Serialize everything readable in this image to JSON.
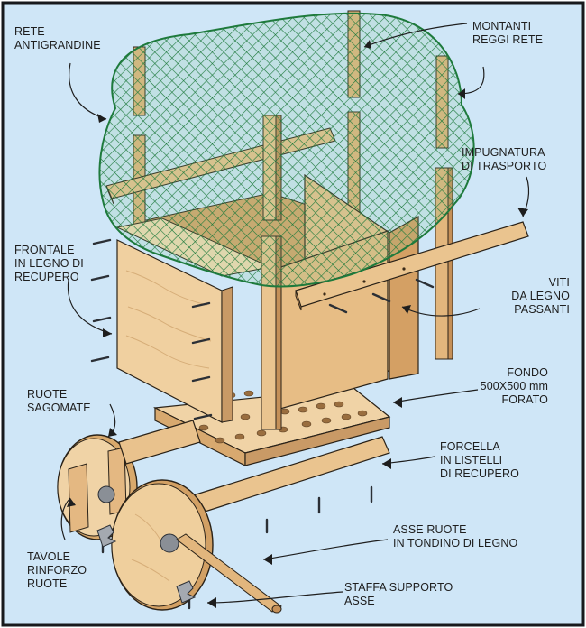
{
  "labels": {
    "rete": [
      "RETE",
      "ANTIGRANDINE"
    ],
    "montanti": [
      "MONTANTI",
      "REGGI RETE"
    ],
    "impugnatura": [
      "IMPUGNATURA",
      "DI TRASPORTO"
    ],
    "frontale": [
      "FRONTALE",
      "IN LEGNO DI",
      "RECUPERO"
    ],
    "viti": [
      "VITI",
      "DA LEGNO",
      "PASSANTI"
    ],
    "fondo": [
      "FONDO",
      "500X500 mm",
      "FORATO"
    ],
    "ruote": [
      "RUOTE",
      "SAGOMATE"
    ],
    "forcella": [
      "FORCELLA",
      "IN LISTELLI",
      "DI RECUPERO"
    ],
    "asse": [
      "ASSE RUOTE",
      "IN TONDINO DI LEGNO"
    ],
    "tavole": [
      "TAVOLE",
      "RINFORZO",
      "RUOTE"
    ],
    "staffa": [
      "STAFFA SUPPORTO",
      "ASSE"
    ]
  },
  "colors": {
    "background": "#cfe6f7",
    "frame": "#17191c",
    "wood_light": "#f0d3a6",
    "wood": "#e9c28d",
    "wood_dark": "#c99a66",
    "net": "#1e7a3c",
    "metal": "#8a8f96"
  }
}
